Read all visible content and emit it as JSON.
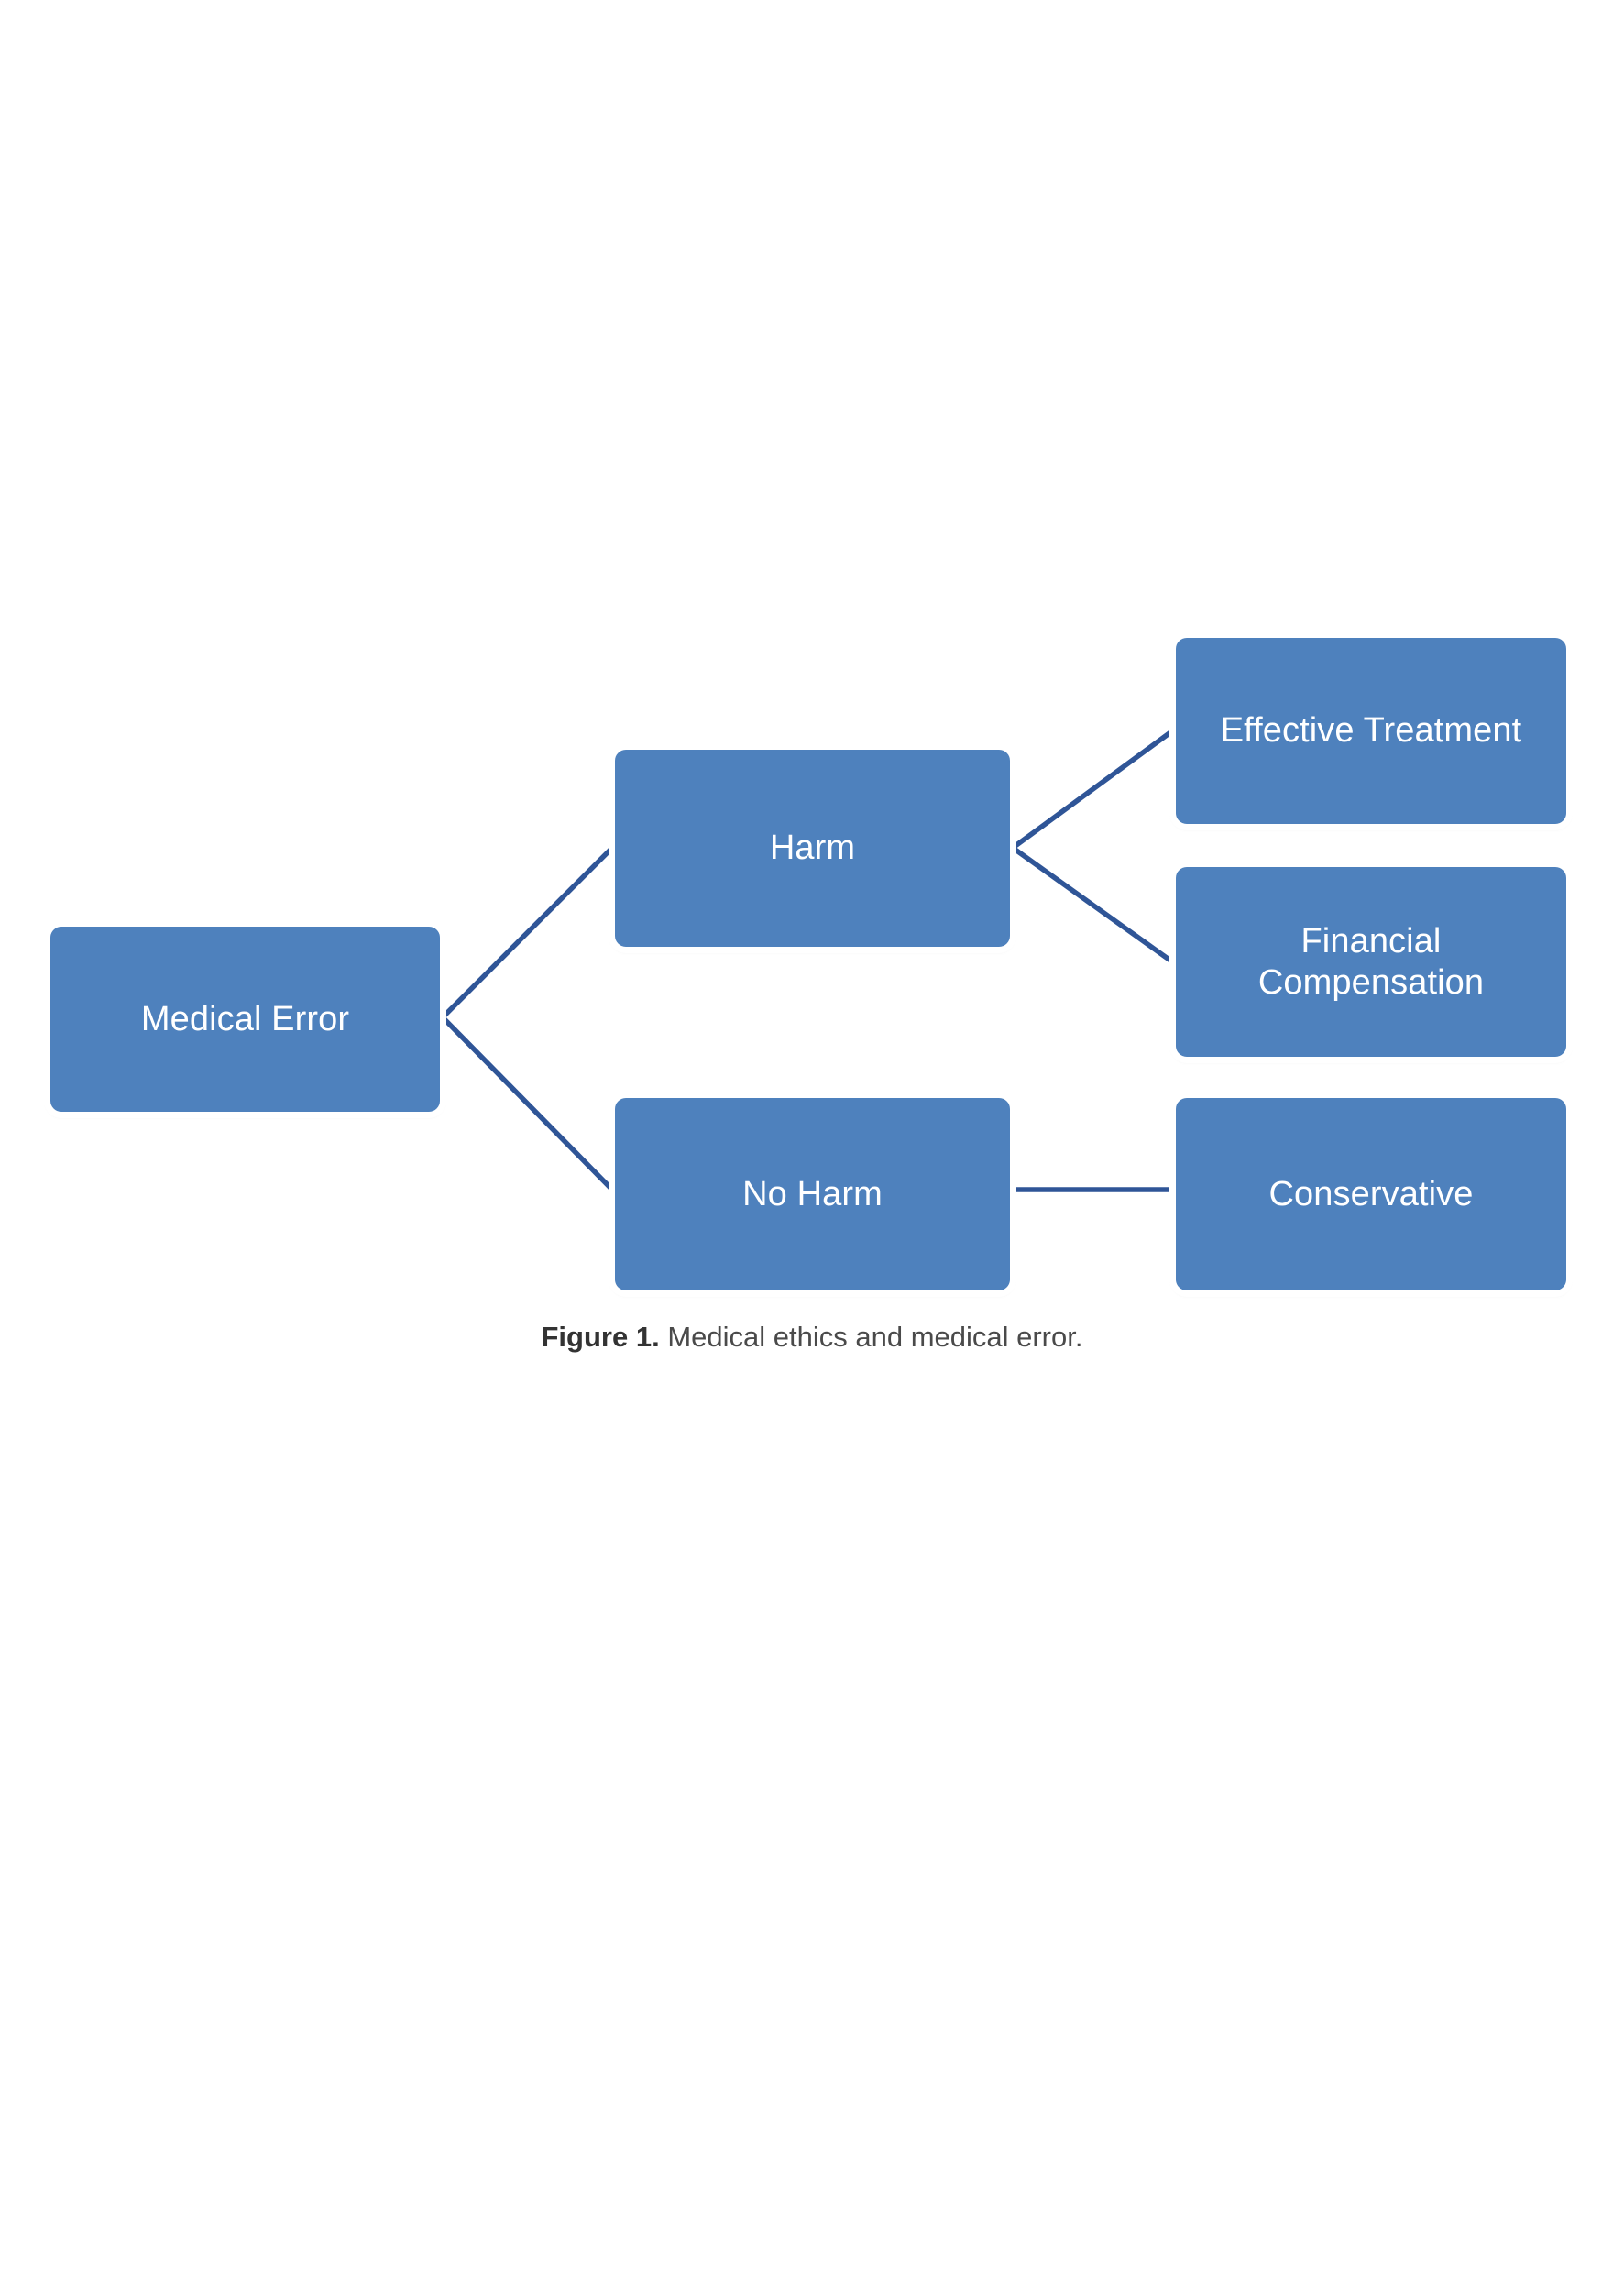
{
  "figure": {
    "caption_label": "Figure 1.",
    "caption_text": "Medical ethics and medical error.",
    "colors": {
      "node_fill": "#4e81bd",
      "node_text": "#ffffff",
      "node_halo": "#ffffff",
      "connector": "#2f5597",
      "caption_label": "#333333",
      "caption_text": "#4a4a4a",
      "background": "#ffffff"
    }
  },
  "diagram": {
    "type": "tree",
    "orientation": "left-to-right",
    "levels": 3,
    "nodes": [
      {
        "id": "medical-error",
        "label": "Medical Error",
        "level": 1
      },
      {
        "id": "harm",
        "label": "Harm",
        "level": 2
      },
      {
        "id": "no-harm",
        "label": "No Harm",
        "level": 2
      },
      {
        "id": "effective-treatment",
        "label": "Effective Treatment",
        "level": 3
      },
      {
        "id": "financial-comp",
        "label": "Financial\nCompensation",
        "level": 3
      },
      {
        "id": "conservative",
        "label": "Conservative",
        "level": 3
      }
    ],
    "edges": [
      {
        "from": "medical-error",
        "to": "harm",
        "style": "elbow-diagonal"
      },
      {
        "from": "medical-error",
        "to": "no-harm",
        "style": "elbow-diagonal"
      },
      {
        "from": "harm",
        "to": "effective-treatment",
        "style": "elbow-diagonal"
      },
      {
        "from": "harm",
        "to": "financial-comp",
        "style": "elbow-diagonal"
      },
      {
        "from": "no-harm",
        "to": "conservative",
        "style": "straight"
      }
    ]
  }
}
